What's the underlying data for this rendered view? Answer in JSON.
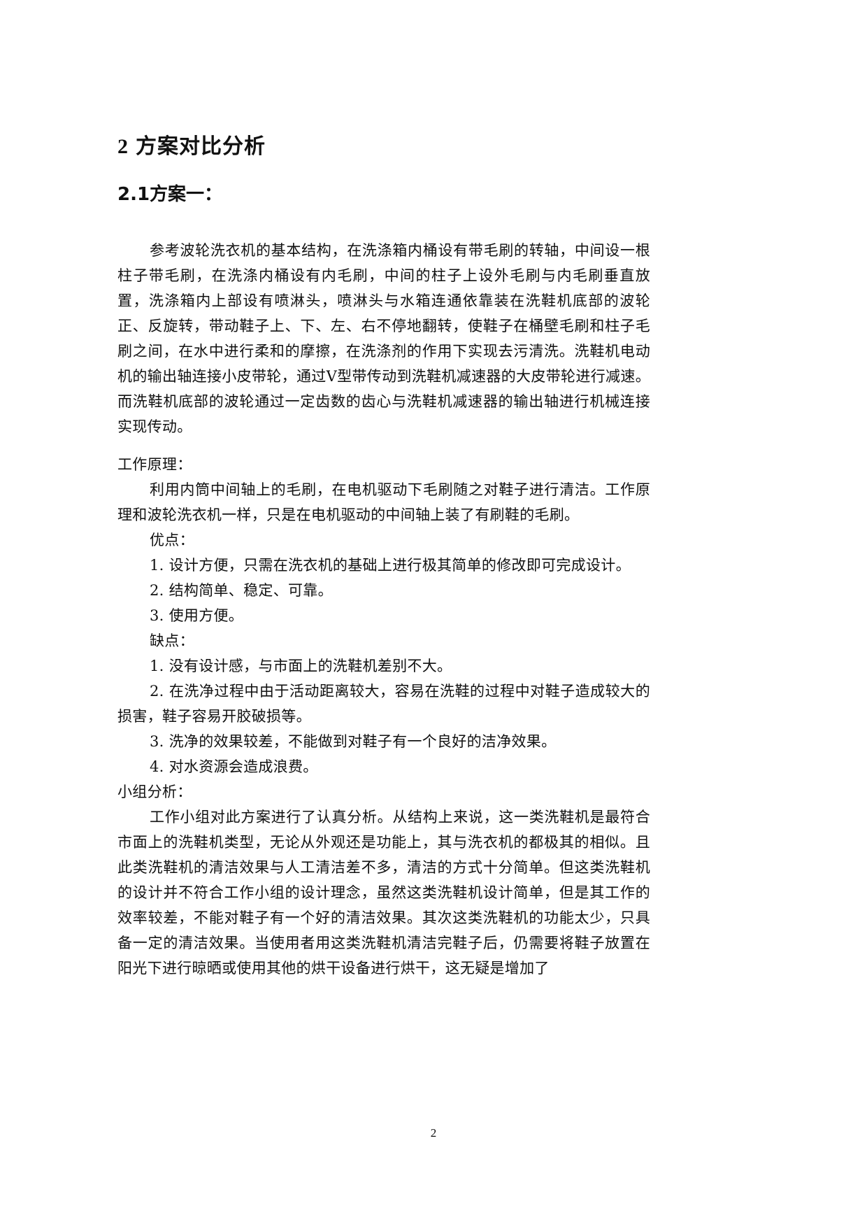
{
  "heading1": {
    "number": "2",
    "title": "方案对比分析"
  },
  "heading2": {
    "title": "2.1方案一："
  },
  "intro_paragraph": "参考波轮洗衣机的基本结构，在洗涤箱内桶设有带毛刷的转轴，中间设一根柱子带毛刷，在洗涤内桶设有内毛刷，中间的柱子上设外毛刷与内毛刷垂直放置，洗涤箱内上部设有喷淋头，喷淋头与水箱连通依靠装在洗鞋机底部的波轮正、反旋转，带动鞋子上、下、左、右不停地翻转，使鞋子在桶壁毛刷和柱子毛刷之间，在水中进行柔和的摩擦，在洗涤剂的作用下实现去污清洗。洗鞋机电动机的输出轴连接小皮带轮，通过V型带传动到洗鞋机减速器的大皮带轮进行减速。而洗鞋机底部的波轮通过一定齿数的齿心与洗鞋机减速器的输出轴进行机械连接实现传动。",
  "working_principle": {
    "label": "工作原理：",
    "text": "利用内筒中间轴上的毛刷，在电机驱动下毛刷随之对鞋子进行清洁。工作原理和波轮洗衣机一样，只是在电机驱动的中间轴上装了有刷鞋的毛刷。"
  },
  "advantages": {
    "label": "优点：",
    "items": [
      "1. 设计方便，只需在洗衣机的基础上进行极其简单的修改即可完成设计。",
      "2. 结构简单、稳定、可靠。",
      "3. 使用方便。"
    ]
  },
  "disadvantages": {
    "label": "缺点：",
    "items": [
      "1. 没有设计感，与市面上的洗鞋机差别不大。",
      "2. 在洗净过程中由于活动距离较大，容易在洗鞋的过程中对鞋子造成较大的损害，鞋子容易开胶破损等。",
      "3. 洗净的效果较差，不能做到对鞋子有一个良好的洁净效果。",
      "4. 对水资源会造成浪费。"
    ]
  },
  "group_analysis": {
    "label": "小组分析：",
    "text": "工作小组对此方案进行了认真分析。从结构上来说，这一类洗鞋机是最符合市面上的洗鞋机类型，无论从外观还是功能上，其与洗衣机的都极其的相似。且此类洗鞋机的清洁效果与人工清洁差不多，清洁的方式十分简单。但这类洗鞋机的设计并不符合工作小组的设计理念，虽然这类洗鞋机设计简单，但是其工作的效率较差，不能对鞋子有一个好的清洁效果。其次这类洗鞋机的功能太少，只具备一定的清洁效果。当使用者用这类洗鞋机清洁完鞋子后，仍需要将鞋子放置在阳光下进行晾晒或使用其他的烘干设备进行烘干，这无疑是增加了"
  },
  "page_number": "2"
}
